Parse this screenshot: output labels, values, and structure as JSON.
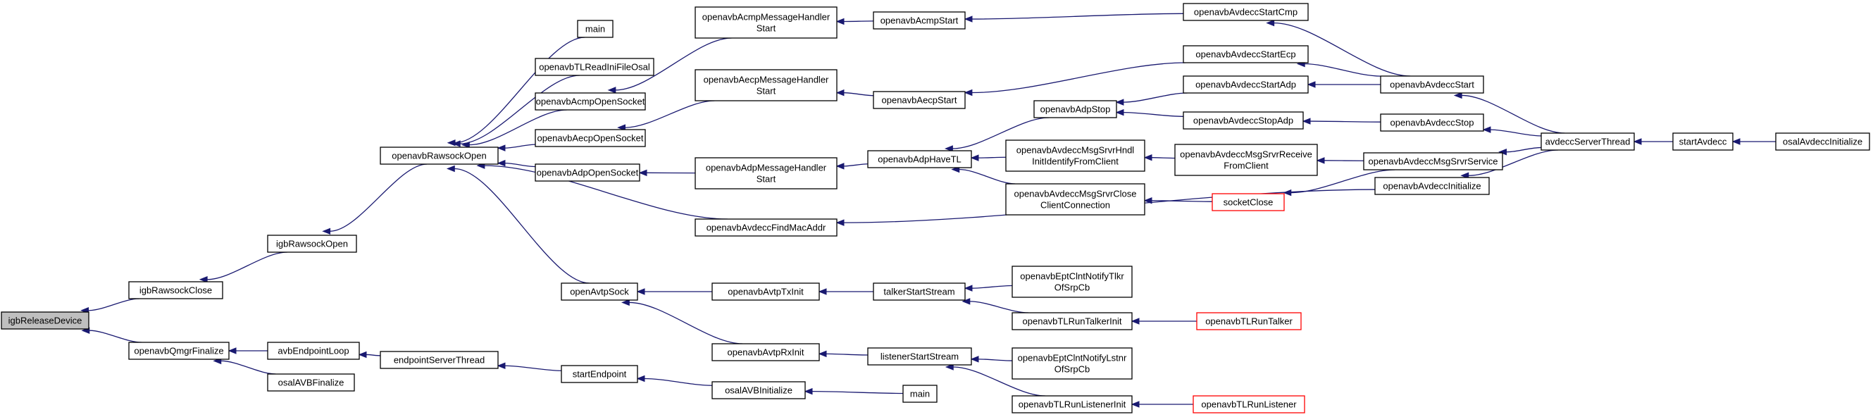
{
  "colors": {
    "edge": "#191970",
    "root_fill": "#bfbfbf",
    "border": "#000000",
    "truncated_border": "#ff0000"
  },
  "nodes": [
    {
      "id": "igbReleaseDevice",
      "lines": [
        "igbReleaseDevice"
      ],
      "root": true
    },
    {
      "id": "igbRawsockClose",
      "lines": [
        "igbRawsockClose"
      ]
    },
    {
      "id": "openavbQmgrFinalize",
      "lines": [
        "openavbQmgrFinalize"
      ]
    },
    {
      "id": "igbRawsockOpen",
      "lines": [
        "igbRawsockOpen"
      ]
    },
    {
      "id": "openavbRawsockOpen",
      "lines": [
        "openavbRawsockOpen"
      ]
    },
    {
      "id": "avbEndpointLoop",
      "lines": [
        "avbEndpointLoop"
      ]
    },
    {
      "id": "osalAVBFinalize",
      "lines": [
        "osalAVBFinalize"
      ]
    },
    {
      "id": "endpointServerThread",
      "lines": [
        "endpointServerThread"
      ]
    },
    {
      "id": "startEndpoint",
      "lines": [
        "startEndpoint"
      ]
    },
    {
      "id": "main1",
      "lines": [
        "main"
      ]
    },
    {
      "id": "openavbTLReadIniFileOsal",
      "lines": [
        "openavbTLReadIniFileOsal"
      ]
    },
    {
      "id": "openavbAcmpOpenSocket",
      "lines": [
        "openavbAcmpOpenSocket"
      ]
    },
    {
      "id": "openavbAecpOpenSocket",
      "lines": [
        "openavbAecpOpenSocket"
      ]
    },
    {
      "id": "openavbAdpOpenSocket",
      "lines": [
        "openavbAdpOpenSocket"
      ]
    },
    {
      "id": "openAvtpSock",
      "lines": [
        "openAvtpSock"
      ]
    },
    {
      "id": "openavbAcmpMessageHandlerStart",
      "lines": [
        "openavbAcmpMessageHandler",
        "Start"
      ]
    },
    {
      "id": "openavbAecpMessageHandlerStart",
      "lines": [
        "openavbAecpMessageHandler",
        "Start"
      ]
    },
    {
      "id": "openavbAdpMessageHandlerStart",
      "lines": [
        "openavbAdpMessageHandler",
        "Start"
      ]
    },
    {
      "id": "openavbAvdeccFindMacAddr",
      "lines": [
        "openavbAvdeccFindMacAddr"
      ]
    },
    {
      "id": "openavbAvtpTxInit",
      "lines": [
        "openavbAvtpTxInit"
      ]
    },
    {
      "id": "openavbAvtpRxInit",
      "lines": [
        "openavbAvtpRxInit"
      ]
    },
    {
      "id": "osalAVBInitialize",
      "lines": [
        "osalAVBInitialize"
      ]
    },
    {
      "id": "openavbAcmpStart",
      "lines": [
        "openavbAcmpStart"
      ]
    },
    {
      "id": "openavbAecpStart",
      "lines": [
        "openavbAecpStart"
      ]
    },
    {
      "id": "openavbAdpHaveTL",
      "lines": [
        "openavbAdpHaveTL"
      ]
    },
    {
      "id": "talkerStartStream",
      "lines": [
        "talkerStartStream"
      ]
    },
    {
      "id": "listenerStartStream",
      "lines": [
        "listenerStartStream"
      ]
    },
    {
      "id": "main2",
      "lines": [
        "main"
      ]
    },
    {
      "id": "openavbAdpStop",
      "lines": [
        "openavbAdpStop"
      ]
    },
    {
      "id": "openavbAvdeccMsgSrvrHndlInitIdentifyFromClient",
      "lines": [
        "openavbAvdeccMsgSrvrHndl",
        "InitIdentifyFromClient"
      ]
    },
    {
      "id": "openavbAvdeccMsgSrvrCloseClientConnection",
      "lines": [
        "openavbAvdeccMsgSrvrClose",
        "ClientConnection"
      ]
    },
    {
      "id": "openavbEptClntNotifyTlkrOfSrpCb",
      "lines": [
        "openavbEptClntNotifyTlkr",
        "OfSrpCb"
      ]
    },
    {
      "id": "openavbTLRunTalkerInit",
      "lines": [
        "openavbTLRunTalkerInit"
      ]
    },
    {
      "id": "openavbEptClntNotifyLstnrOfSrpCb",
      "lines": [
        "openavbEptClntNotifyLstnr",
        "OfSrpCb"
      ]
    },
    {
      "id": "openavbTLRunListenerInit",
      "lines": [
        "openavbTLRunListenerInit"
      ]
    },
    {
      "id": "openavbAvdeccStartCmp",
      "lines": [
        "openavbAvdeccStartCmp"
      ]
    },
    {
      "id": "openavbAvdeccStartEcp",
      "lines": [
        "openavbAvdeccStartEcp"
      ]
    },
    {
      "id": "openavbAvdeccStartAdp",
      "lines": [
        "openavbAvdeccStartAdp"
      ]
    },
    {
      "id": "openavbAvdeccStopAdp",
      "lines": [
        "openavbAvdeccStopAdp"
      ]
    },
    {
      "id": "openavbAvdeccMsgSrvrReceiveFromClient",
      "lines": [
        "openavbAvdeccMsgSrvrReceive",
        "FromClient"
      ]
    },
    {
      "id": "socketClose",
      "lines": [
        "socketClose"
      ],
      "truncated": true
    },
    {
      "id": "openavbAvdeccStart",
      "lines": [
        "openavbAvdeccStart"
      ]
    },
    {
      "id": "openavbAvdeccStop",
      "lines": [
        "openavbAvdeccStop"
      ]
    },
    {
      "id": "openavbAvdeccMsgSrvrService",
      "lines": [
        "openavbAvdeccMsgSrvrService"
      ]
    },
    {
      "id": "openavbAvdeccInitialize",
      "lines": [
        "openavbAvdeccInitialize"
      ]
    },
    {
      "id": "openavbTLRunTalker",
      "lines": [
        "openavbTLRunTalker"
      ],
      "truncated": true
    },
    {
      "id": "openavbTLRunListener",
      "lines": [
        "openavbTLRunListener"
      ],
      "truncated": true
    },
    {
      "id": "avdeccServerThread",
      "lines": [
        "avdeccServerThread"
      ]
    },
    {
      "id": "startAvdecc",
      "lines": [
        "startAvdecc"
      ]
    },
    {
      "id": "osalAvdeccInitialize",
      "lines": [
        "osalAvdeccInitialize"
      ]
    }
  ],
  "edges": [
    {
      "caller": "igbRawsockClose",
      "callee": "igbReleaseDevice"
    },
    {
      "caller": "openavbQmgrFinalize",
      "callee": "igbReleaseDevice"
    },
    {
      "caller": "igbRawsockOpen",
      "callee": "igbRawsockClose"
    },
    {
      "caller": "openavbRawsockOpen",
      "callee": "igbRawsockOpen"
    },
    {
      "caller": "avbEndpointLoop",
      "callee": "openavbQmgrFinalize"
    },
    {
      "caller": "osalAVBFinalize",
      "callee": "openavbQmgrFinalize"
    },
    {
      "caller": "endpointServerThread",
      "callee": "avbEndpointLoop"
    },
    {
      "caller": "startEndpoint",
      "callee": "endpointServerThread"
    },
    {
      "caller": "osalAVBInitialize",
      "callee": "startEndpoint"
    },
    {
      "caller": "main2",
      "callee": "osalAVBInitialize"
    },
    {
      "caller": "main1",
      "callee": "openavbRawsockOpen"
    },
    {
      "caller": "openavbTLReadIniFileOsal",
      "callee": "openavbRawsockOpen"
    },
    {
      "caller": "openavbAcmpOpenSocket",
      "callee": "openavbRawsockOpen"
    },
    {
      "caller": "openavbAecpOpenSocket",
      "callee": "openavbRawsockOpen"
    },
    {
      "caller": "openavbAdpOpenSocket",
      "callee": "openavbRawsockOpen"
    },
    {
      "caller": "openavbAvdeccFindMacAddr",
      "callee": "openavbRawsockOpen"
    },
    {
      "caller": "openAvtpSock",
      "callee": "openavbRawsockOpen"
    },
    {
      "caller": "openavbAcmpMessageHandlerStart",
      "callee": "openavbAcmpOpenSocket"
    },
    {
      "caller": "openavbAecpMessageHandlerStart",
      "callee": "openavbAecpOpenSocket"
    },
    {
      "caller": "openavbAdpMessageHandlerStart",
      "callee": "openavbAdpOpenSocket"
    },
    {
      "caller": "openavbAvtpTxInit",
      "callee": "openAvtpSock"
    },
    {
      "caller": "openavbAvtpRxInit",
      "callee": "openAvtpSock"
    },
    {
      "caller": "openavbAcmpStart",
      "callee": "openavbAcmpMessageHandlerStart"
    },
    {
      "caller": "openavbAecpStart",
      "callee": "openavbAecpMessageHandlerStart"
    },
    {
      "caller": "openavbAdpHaveTL",
      "callee": "openavbAdpMessageHandlerStart"
    },
    {
      "caller": "openavbAvdeccInitialize",
      "callee": "openavbAvdeccFindMacAddr"
    },
    {
      "caller": "talkerStartStream",
      "callee": "openavbAvtpTxInit"
    },
    {
      "caller": "listenerStartStream",
      "callee": "openavbAvtpRxInit"
    },
    {
      "caller": "openavbAvdeccStartCmp",
      "callee": "openavbAcmpStart"
    },
    {
      "caller": "openavbAvdeccStartEcp",
      "callee": "openavbAecpStart"
    },
    {
      "caller": "openavbAdpStop",
      "callee": "openavbAdpHaveTL"
    },
    {
      "caller": "openavbAvdeccMsgSrvrHndlInitIdentifyFromClient",
      "callee": "openavbAdpHaveTL"
    },
    {
      "caller": "openavbAvdeccMsgSrvrCloseClientConnection",
      "callee": "openavbAdpHaveTL"
    },
    {
      "caller": "openavbEptClntNotifyTlkrOfSrpCb",
      "callee": "talkerStartStream"
    },
    {
      "caller": "openavbTLRunTalkerInit",
      "callee": "talkerStartStream"
    },
    {
      "caller": "openavbEptClntNotifyLstnrOfSrpCb",
      "callee": "listenerStartStream"
    },
    {
      "caller": "openavbTLRunListenerInit",
      "callee": "listenerStartStream"
    },
    {
      "caller": "openavbAvdeccStartAdp",
      "callee": "openavbAdpStop"
    },
    {
      "caller": "openavbAvdeccStopAdp",
      "callee": "openavbAdpStop"
    },
    {
      "caller": "openavbAvdeccMsgSrvrReceiveFromClient",
      "callee": "openavbAvdeccMsgSrvrHndlInitIdentifyFromClient"
    },
    {
      "caller": "socketClose",
      "callee": "openavbAvdeccMsgSrvrCloseClientConnection"
    },
    {
      "caller": "openavbTLRunTalker",
      "callee": "openavbTLRunTalkerInit"
    },
    {
      "caller": "openavbTLRunListener",
      "callee": "openavbTLRunListenerInit"
    },
    {
      "caller": "openavbAvdeccStart",
      "callee": "openavbAvdeccStartCmp"
    },
    {
      "caller": "openavbAvdeccStart",
      "callee": "openavbAvdeccStartEcp"
    },
    {
      "caller": "openavbAvdeccStart",
      "callee": "openavbAvdeccStartAdp"
    },
    {
      "caller": "openavbAvdeccStop",
      "callee": "openavbAvdeccStopAdp"
    },
    {
      "caller": "openavbAvdeccMsgSrvrService",
      "callee": "openavbAvdeccMsgSrvrReceiveFromClient"
    },
    {
      "caller": "openavbAvdeccMsgSrvrService",
      "callee": "socketClose"
    },
    {
      "caller": "avdeccServerThread",
      "callee": "openavbAvdeccStart"
    },
    {
      "caller": "avdeccServerThread",
      "callee": "openavbAvdeccStop"
    },
    {
      "caller": "avdeccServerThread",
      "callee": "openavbAvdeccMsgSrvrService"
    },
    {
      "caller": "avdeccServerThread",
      "callee": "openavbAvdeccInitialize"
    },
    {
      "caller": "startAvdecc",
      "callee": "avdeccServerThread"
    },
    {
      "caller": "osalAvdeccInitialize",
      "callee": "startAvdecc"
    }
  ]
}
